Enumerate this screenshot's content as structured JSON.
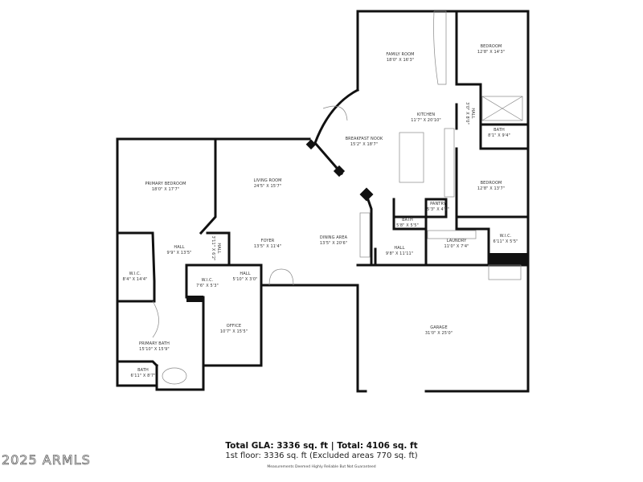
{
  "rooms": {
    "family_room": {
      "name": "FAMILY ROOM",
      "dims": "18'0\" X 16'3\""
    },
    "bedroom_ne": {
      "name": "BEDROOM",
      "dims": "12'8\" X 14'3\""
    },
    "kitchen": {
      "name": "KITCHEN",
      "dims": "11'7\" X 20'10\""
    },
    "hall_kitchen": {
      "name": "HALL",
      "dims": "3'0\" X 8'0\""
    },
    "bath_ne": {
      "name": "BATH",
      "dims": "8'1\" X 9'4\""
    },
    "breakfast_nook": {
      "name": "BREAKFAST NOOK",
      "dims": "15'2\" X 18'7\""
    },
    "bedroom_e": {
      "name": "BEDROOM",
      "dims": "12'8\" X 13'7\""
    },
    "living_room": {
      "name": "LIVING ROOM",
      "dims": "24'5\" X 15'7\""
    },
    "primary_bedroom": {
      "name": "PRIMARY BEDROOM",
      "dims": "18'0\" X 17'7\""
    },
    "pantry": {
      "name": "PANTRY",
      "dims": "5'3\" X 4'1\""
    },
    "bath_center": {
      "name": "BATH",
      "dims": "5'8\" X 5'5\""
    },
    "laundry": {
      "name": "LAUNDRY",
      "dims": "11'0\" X 7'4\""
    },
    "wic_e": {
      "name": "W.I.C.",
      "dims": "6'11\" X 5'5\""
    },
    "hall_e": {
      "name": "HALL",
      "dims": "9'8\" X 11'11\""
    },
    "dining_area": {
      "name": "DINING AREA",
      "dims": "13'5\" X 20'6\""
    },
    "foyer": {
      "name": "FOYER",
      "dims": "13'5\" X 11'4\""
    },
    "hall_primary": {
      "name": "HALL",
      "dims": "9'9\" X 13'5\""
    },
    "hall_small": {
      "name": "HALL",
      "dims": "3'11\" X 6'2\""
    },
    "wic_primary": {
      "name": "W.I.C.",
      "dims": "8'4\" X 14'4\""
    },
    "wic_small": {
      "name": "W.I.C.",
      "dims": "7'6\" X 5'3\""
    },
    "hall_foyer": {
      "name": "HALL",
      "dims": "5'10\" X 3'0\""
    },
    "office": {
      "name": "OFFICE",
      "dims": "10'7\" X 15'5\""
    },
    "primary_bath": {
      "name": "PRIMARY BATH",
      "dims": "15'10\" X 15'9\""
    },
    "bath_sw": {
      "name": "BATH",
      "dims": "6'11\" X 8'7\""
    },
    "garage": {
      "name": "GARAGE",
      "dims": "31'0\" X 25'0\""
    }
  },
  "summary": {
    "title": "Total GLA: 3336 sq. ft | Total: 4106 sq. ft",
    "floor": "1st floor: 3336 sq. ft (Excluded areas 770 sq. ft)",
    "disclaimer": "Measurements Deemed Highly Reliable But Not Guaranteed"
  },
  "watermark": "2025 ARMLS",
  "colors": {
    "wall": "#111111",
    "fixture": "#888888",
    "background": "#ffffff"
  }
}
